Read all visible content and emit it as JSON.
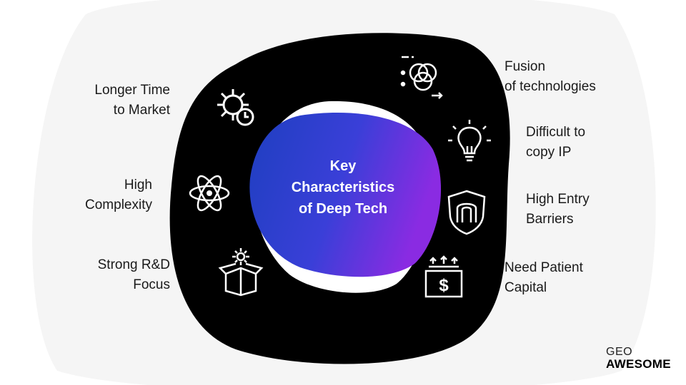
{
  "center": {
    "lines": [
      "Key",
      "Characteristics",
      "of Deep Tech"
    ]
  },
  "left_items": [
    {
      "lines": [
        "Longer Time",
        "to Market"
      ],
      "icon": "gear-clock-icon"
    },
    {
      "lines": [
        "High",
        "Complexity"
      ],
      "icon": "atom-icon"
    },
    {
      "lines": [
        "Strong R&D",
        "Focus"
      ],
      "icon": "open-box-icon"
    }
  ],
  "right_items": [
    {
      "lines": [
        "Fusion",
        "of technologies"
      ],
      "icon": "venn-fusion-icon"
    },
    {
      "lines": [
        "Difficult to",
        "copy IP"
      ],
      "icon": "lightbulb-icon"
    },
    {
      "lines": [
        "High Entry",
        "Barriers"
      ],
      "icon": "shield-barrier-icon"
    },
    {
      "lines": [
        "Need Patient",
        "Capital"
      ],
      "icon": "dollar-capital-icon"
    }
  ],
  "logo": {
    "top": "GEO",
    "bottom": "AWESOME"
  },
  "colors": {
    "ring": "#000000",
    "background_blob": "#f5f5f5",
    "center_gradient_start": "#1e3fc0",
    "center_gradient_end": "#8a2be2",
    "text": "#1a1a1a"
  }
}
